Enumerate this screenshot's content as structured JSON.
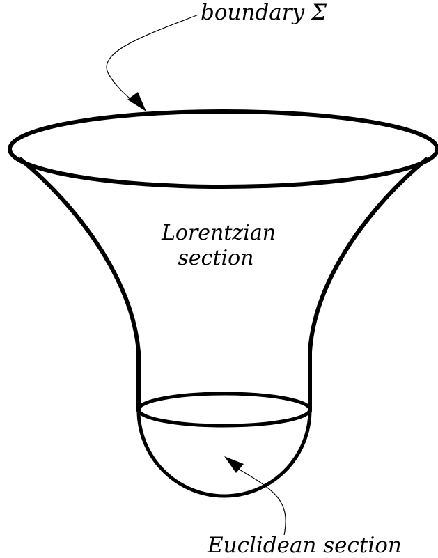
{
  "labels": {
    "boundary": "boundary Σ",
    "lorentzian_line1": "Lorentzian",
    "lorentzian_line2": "section",
    "euclidean": "Euclidean section"
  }
}
